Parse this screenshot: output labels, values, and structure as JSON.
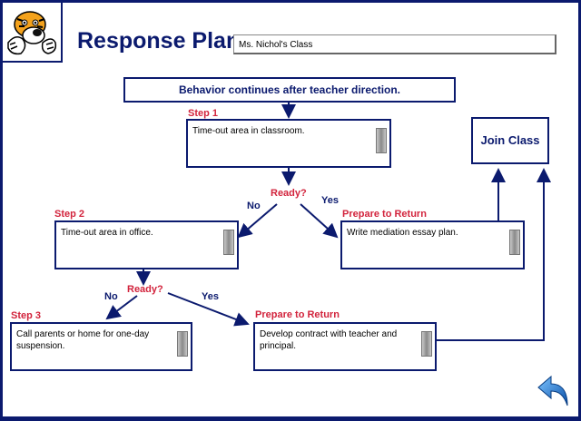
{
  "header": {
    "title": "Response Plan",
    "class_name": "Ms. Nichol's Class"
  },
  "flow": {
    "behavior": "Behavior continues after teacher direction.",
    "step1": {
      "label": "Step 1",
      "text": "Time-out area in classroom."
    },
    "ready1": {
      "label": "Ready?",
      "no": "No",
      "yes": "Yes"
    },
    "step2": {
      "label": "Step 2",
      "text": "Time-out area in office."
    },
    "prepare1": {
      "label": "Prepare to Return",
      "text": "Write mediation essay plan."
    },
    "ready2": {
      "label": "Ready?",
      "no": "No",
      "yes": "Yes"
    },
    "step3": {
      "label": "Step 3",
      "text": "Call parents or home for one-day suspension."
    },
    "prepare2": {
      "label": "Prepare to Return",
      "text": "Develop contract with teacher and principal."
    },
    "join": "Join Class"
  },
  "colors": {
    "navy": "#0b1a6e",
    "step_red": "#d2233c",
    "back_arrow": "#1a7ad8"
  },
  "icons": {
    "logo": "tiger-mascot-logo",
    "back": "curved-back-arrow-icon"
  }
}
